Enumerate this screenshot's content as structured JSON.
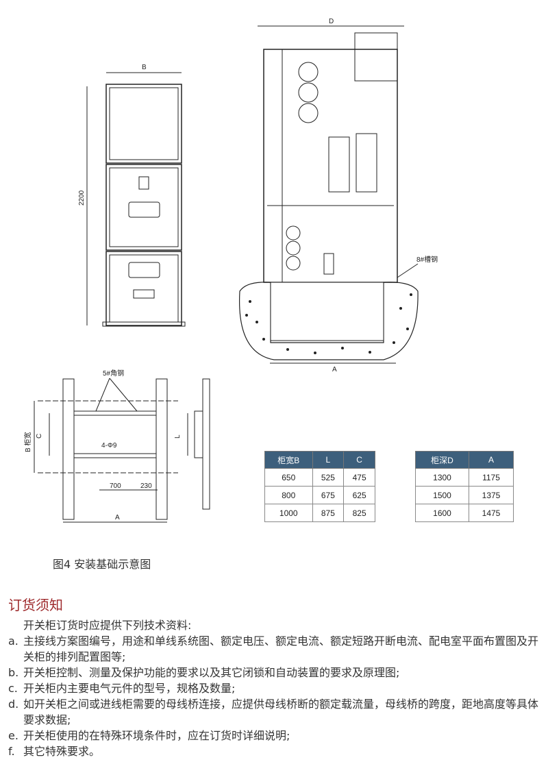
{
  "drawing": {
    "front_width_label": "B",
    "front_height_label": "2200",
    "side_depth_label": "D",
    "side_base_label": "A",
    "channel_label": "8#槽钢",
    "angle_label": "5#角钢",
    "width_label": "B 柜宽",
    "c_label": "C",
    "l_label": "L",
    "hole_label": "4-Φ9",
    "dim_700": "700",
    "dim_230": "230",
    "plan_a_label": "A"
  },
  "table_width": {
    "headers": [
      "柜宽B",
      "L",
      "C"
    ],
    "rows": [
      [
        "650",
        "525",
        "475"
      ],
      [
        "800",
        "675",
        "625"
      ],
      [
        "1000",
        "875",
        "825"
      ]
    ]
  },
  "table_depth": {
    "headers": [
      "柜深D",
      "A"
    ],
    "rows": [
      [
        "1300",
        "1175"
      ],
      [
        "1500",
        "1375"
      ],
      [
        "1600",
        "1475"
      ]
    ]
  },
  "caption": "图4 安装基础示意图",
  "order": {
    "title": "订货须知",
    "intro": "开关柜订货时应提供下列技术资料:",
    "items": [
      {
        "label": "a.",
        "text": "主接线方案图编号，用途和单线系统图、额定电压、额定电流、额定短路开断电流、配电室平面布置图及开关柜的排列配置图等;"
      },
      {
        "label": "b.",
        "text": "开关柜控制、测量及保护功能的要求以及其它闭锁和自动装置的要求及原理图;"
      },
      {
        "label": "c.",
        "text": "开关柜内主要电气元件的型号，规格及数量;"
      },
      {
        "label": "d.",
        "text": "如开关柜之间或进线柜需要的母线桥连接，应提供母线桥断的额定载流量，母线桥的跨度，距地高度等具体要求数据;"
      },
      {
        "label": "e.",
        "text": "开关柜使用的在特殊环境条件时，应在订货时详细说明;"
      },
      {
        "label": "f.",
        "text": "其它特殊要求。"
      }
    ]
  }
}
